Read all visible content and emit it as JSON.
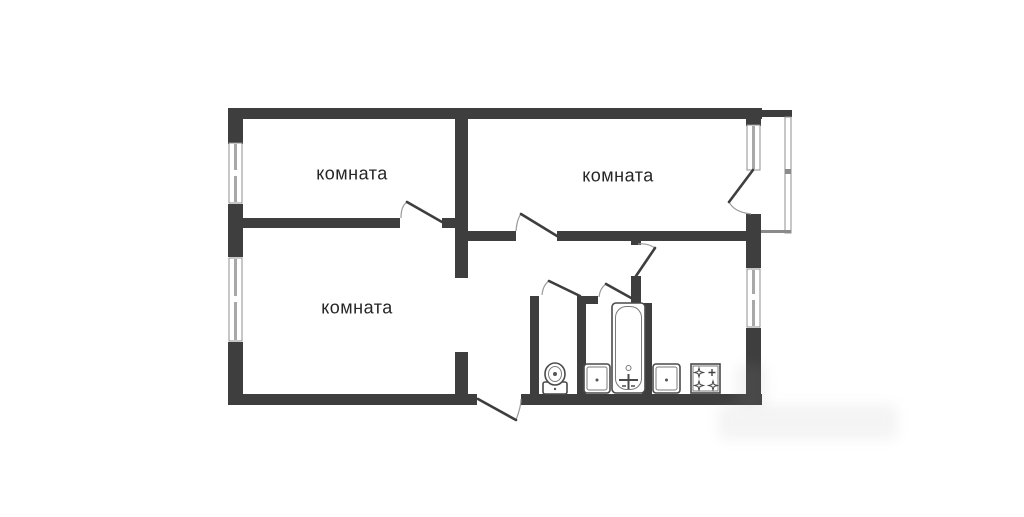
{
  "rooms": [
    {
      "label": "комната",
      "position": "top-left"
    },
    {
      "label": "комната",
      "position": "top-right"
    },
    {
      "label": "комната",
      "position": "bottom-left"
    }
  ],
  "icons": {
    "fixtures": [
      "toilet-icon",
      "bathtub-icon",
      "bath-sink-icon",
      "kitchen-sink-icon",
      "stove-icon"
    ],
    "openings": [
      "window-icon",
      "door-swing-icon",
      "balcony-icon"
    ]
  },
  "counts": {
    "windows": 4,
    "door_swings": 7,
    "balconies": 1
  },
  "colors": {
    "wall": "#3e3e3e",
    "line": "#8a8a8a",
    "text": "#262626",
    "background": "#ffffff"
  }
}
